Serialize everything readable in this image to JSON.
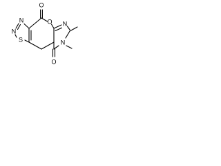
{
  "molecule": {
    "atoms": {
      "o_top": "O",
      "o_ring": "O",
      "n_t1": "N",
      "n_t2": "N",
      "s": "S",
      "n_pyr": "N",
      "n_me": "N",
      "o_bottom": "O"
    }
  }
}
